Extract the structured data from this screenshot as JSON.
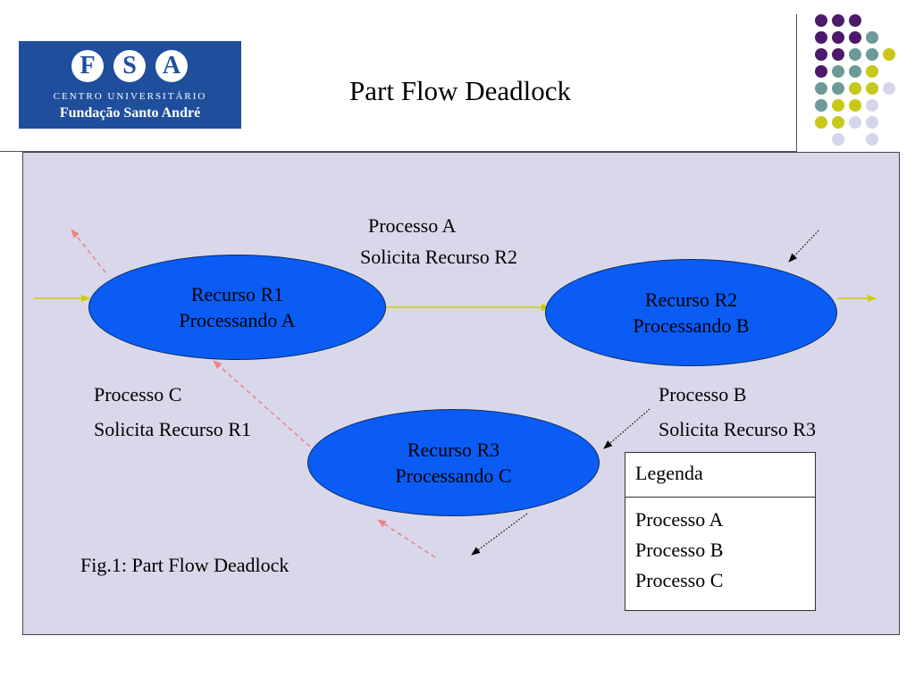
{
  "logo": {
    "letters": [
      "F",
      "S",
      "A"
    ],
    "line1": "CENTRO UNIVERSITÁRIO",
    "line2": "Fundação Santo André"
  },
  "slide": {
    "title": "Part Flow Deadlock"
  },
  "colors": {
    "panel": "#d8d8ea",
    "resource": "#0a5cf5",
    "process_a": "#cccc00",
    "process_b": "#000000",
    "process_c": "#f08080",
    "dot_purple": "#4b1a6b",
    "dot_teal": "#6d9a98",
    "dot_yellow": "#c8c81a",
    "dot_lavender": "#d6d6ea"
  },
  "resources": [
    {
      "name": "Recurso R1",
      "status": "Processando A"
    },
    {
      "name": "Recurso R2",
      "status": "Processando B"
    },
    {
      "name": "Recurso R3",
      "status": "Processando C"
    }
  ],
  "requests": {
    "a": {
      "process": "Processo A",
      "request": "Solicita Recurso R2"
    },
    "b": {
      "process": "Processo B",
      "request": "Solicita Recurso R3"
    },
    "c": {
      "process": "Processo C",
      "request": "Solicita Recurso R1"
    }
  },
  "caption": "Fig.1: Part Flow Deadlock",
  "legend": {
    "title": "Legenda",
    "items": [
      "Processo A",
      "Processo B",
      "Processo C"
    ]
  }
}
